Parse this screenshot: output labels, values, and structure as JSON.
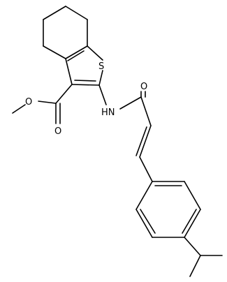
{
  "atoms": {
    "sulfur": "S",
    "ester_carbonyl_oxygen": "O",
    "ester_ether_oxygen": "O",
    "amide_nitrogen": "HN",
    "amide_carbonyl_oxygen": "O"
  },
  "colors": {
    "bond": "#000000",
    "label": "#000000",
    "background": "#ffffff"
  }
}
